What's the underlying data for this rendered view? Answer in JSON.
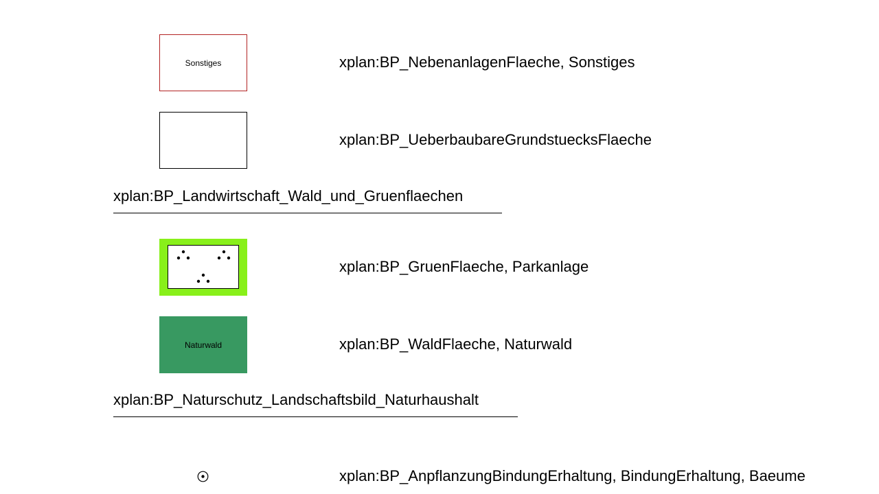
{
  "items": [
    {
      "swatch_label": "Sonstiges",
      "description": "xplan:BP_NebenanlagenFlaeche, Sonstiges",
      "border_color": "#b22222"
    },
    {
      "description": "xplan:BP_UeberbaubareGrundstuecksFlaeche",
      "border_color": "#000000"
    }
  ],
  "section_landwirtschaft": {
    "heading": "xplan:BP_Landwirtschaft_Wald_und_Gruenflaechen",
    "items": [
      {
        "description": "xplan:BP_GruenFlaeche, Parkanlage",
        "fill_color": "#88f01a"
      },
      {
        "swatch_label": "Naturwald",
        "description": "xplan:BP_WaldFlaeche, Naturwald",
        "fill_color": "#389961"
      }
    ]
  },
  "section_naturschutz": {
    "heading": "xplan:BP_Naturschutz_Landschaftsbild_Naturhaushalt",
    "items": [
      {
        "symbol": "tree-circle-dot-icon",
        "description": "xplan:BP_AnpflanzungBindungErhaltung, BindungErhaltung, Baeume"
      }
    ]
  }
}
